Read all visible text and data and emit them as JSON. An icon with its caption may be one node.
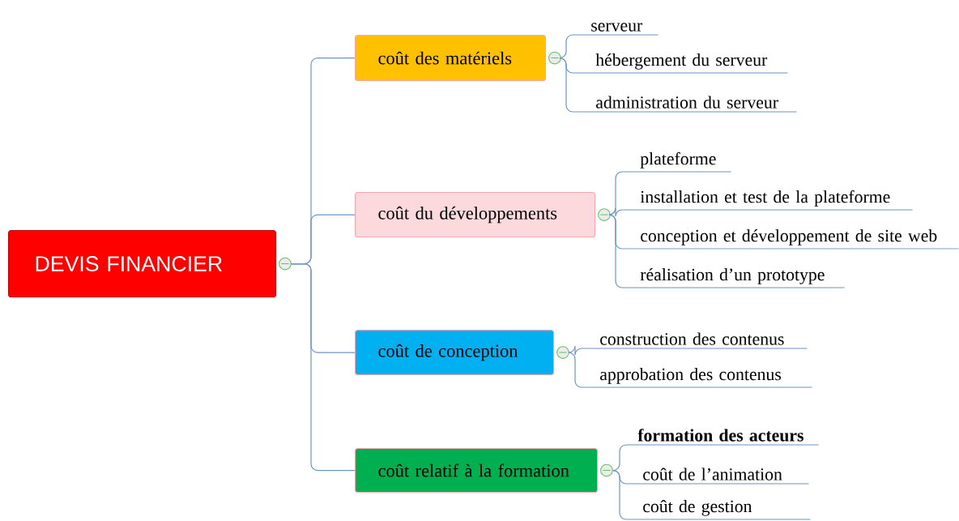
{
  "diagram": {
    "nodes": [
      {
        "text": [
          "DEVIS FINANCIER"
        ]
      },
      {
        "text": [
          "coût des matériels"
        ]
      },
      {
        "text": [
          "serveur"
        ]
      },
      {
        "text": [
          "hébergement du serveur"
        ]
      },
      {
        "text": [
          "administration du serveur"
        ]
      },
      {
        "text": [
          "coût du développements"
        ]
      },
      {
        "text": [
          "plateforme"
        ]
      },
      {
        "text": [
          "installation et test de la plateforme"
        ]
      },
      {
        "text": [
          "conception et développement de site web"
        ]
      },
      {
        "text": [
          "réalisation d’un prototype"
        ]
      },
      {
        "text": [
          "coût de conception"
        ]
      },
      {
        "text": [
          "construction des contenus"
        ]
      },
      {
        "text": [
          "approbation des contenus"
        ]
      },
      {
        "text": [
          "coût relatif à la formation"
        ]
      },
      {
        "text": [
          "formation des acteurs"
        ]
      },
      {
        "text": [
          "coût de l’animation"
        ]
      },
      {
        "text": [
          "coût de gestion"
        ]
      }
    ],
    "edges": [
      {
        "from": 0,
        "to": 1,
        "arrow": "none"
      },
      {
        "from": 0,
        "to": 5,
        "arrow": "none"
      },
      {
        "from": 0,
        "to": 10,
        "arrow": "none"
      },
      {
        "from": 0,
        "to": 13,
        "arrow": "none"
      },
      {
        "from": 1,
        "to": 2,
        "arrow": "none"
      },
      {
        "from": 1,
        "to": 3,
        "arrow": "none"
      },
      {
        "from": 1,
        "to": 4,
        "arrow": "none"
      },
      {
        "from": 5,
        "to": 6,
        "arrow": "none"
      },
      {
        "from": 5,
        "to": 7,
        "arrow": "none"
      },
      {
        "from": 5,
        "to": 8,
        "arrow": "none"
      },
      {
        "from": 5,
        "to": 9,
        "arrow": "none"
      },
      {
        "from": 10,
        "to": 11,
        "arrow": "none"
      },
      {
        "from": 10,
        "to": 12,
        "arrow": "none"
      },
      {
        "from": 13,
        "to": 14,
        "arrow": "none"
      },
      {
        "from": 13,
        "to": 15,
        "arrow": "none"
      },
      {
        "from": 13,
        "to": 16,
        "arrow": "none"
      }
    ]
  }
}
